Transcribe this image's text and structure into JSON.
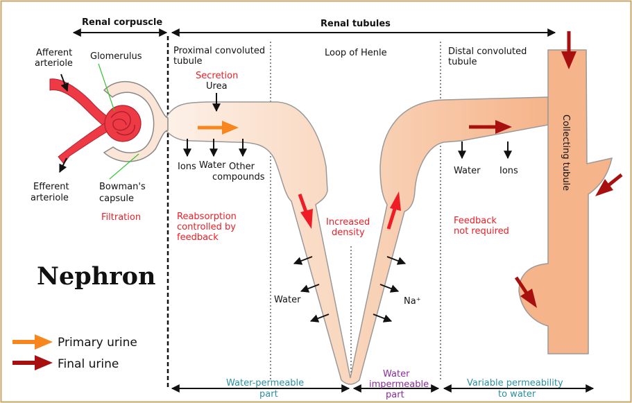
{
  "colors": {
    "primary_urine": "#f7861e",
    "final_urine": "#a81010",
    "tubule_light": "#fbe9dc",
    "tubule_dark": "#f6b98e",
    "vessel": "#ee3a45",
    "label_red": "#ee1c25",
    "label_teal": "#2a8fa0",
    "label_purple": "#8b2a9e"
  },
  "headers": {
    "renal_corpuscle": "Renal corpuscle",
    "renal_tubules": "Renal tubules"
  },
  "sections": {
    "proximal_line1": "Proximal convoluted",
    "proximal_line2": "tubule",
    "loop": "Loop of Henle",
    "distal_line1": "Distal convoluted",
    "distal_line2": "tubule",
    "collecting": "Collecting tubule"
  },
  "corpuscle": {
    "afferent_line1": "Afferent",
    "afferent_line2": "arteriole",
    "glomerulus": "Glomerulus",
    "efferent_line1": "Efferent",
    "efferent_line2": "arteriole",
    "bowman_line1": "Bowman's",
    "bowman_line2": "capsule",
    "filtration": "Filtration"
  },
  "proximal": {
    "secretion": "Secretion",
    "urea": "Urea",
    "ions": "Ions",
    "water": "Water",
    "other_line1": "Other",
    "other_line2": "compounds",
    "reabs_line1": "Reabsorption",
    "reabs_line2": "controlled by",
    "reabs_line3": "feedback"
  },
  "loop": {
    "density_line1": "Increased",
    "density_line2": "density",
    "water": "Water",
    "sodium": "Na⁺"
  },
  "distal": {
    "water": "Water",
    "ions": "Ions",
    "feedback_line1": "Feedback",
    "feedback_line2": "not required"
  },
  "title": "Nephron",
  "legend": {
    "primary": "Primary urine",
    "final": "Final urine"
  },
  "bottom": {
    "permeable_line1": "Water-permeable",
    "permeable_line2": "part",
    "impermeable_line1": "Water",
    "impermeable_line2": "impermeable",
    "impermeable_line3": "part",
    "variable_line1": "Variable permeability",
    "variable_line2": "to water"
  }
}
